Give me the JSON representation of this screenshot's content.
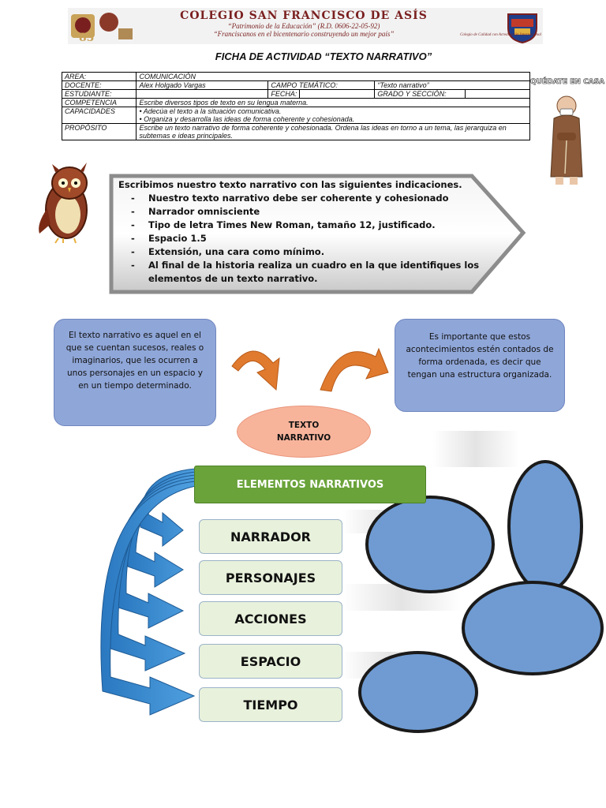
{
  "header": {
    "school_name": "COLEGIO SAN FRANCISCO DE ASÍS",
    "subtitle1": "“Patrimonio de la Educación” (R.D. 0606-22-05-92)",
    "subtitle2": "“Franciscanos en el bicentenario construyendo un mejor país”",
    "quality_tag": "Colegio de Calidad con Acreditación Internacional"
  },
  "title": "FICHA DE ACTIVIDAD “TEXTO NARRATIVO”",
  "info": {
    "area_label": "AREA:",
    "area_value": "COMUNICACIÓN",
    "docente_label": "DOCENTE:",
    "docente_value": "Alex Holgado Vargas",
    "campo_label": "CAMPO TEMÁTICO:",
    "campo_value": "“Texto narrativo”",
    "estudiante_label": "ESTUDIANTE:",
    "fecha_label": "FECHA:",
    "grado_label": "GRADO Y SECCIÓN:",
    "competencia_label": "COMPETENCIA",
    "competencia_value": "Escribe diversos tipos de texto en su lengua materna.",
    "capacidades_label": "CAPACIDADES",
    "capacidad_1": "• Adecúa el texto a la situación comunicativa.",
    "capacidad_2": "• Organiza y desarrolla las ideas de forma coherente y cohesionada.",
    "proposito_label": "PROPÓSITO",
    "proposito_value": "Escribe un texto narrativo de forma coherente y cohesionada. Ordena las ideas en torno a un tema, las jerarquiza en subtemas e ideas principales."
  },
  "stay_home": "QUÉDATE EN CASA",
  "instructions": {
    "intro": "Escribimos nuestro texto narrativo con las siguientes indicaciones.",
    "items": [
      "Nuestro texto narrativo debe ser coherente y cohesionado",
      "Narrador omnisciente",
      "Tipo de letra Times New Roman, tamaño 12, justificado.",
      "Espacio 1.5",
      "Extensión, una cara como mínimo.",
      "Al final de la historia realiza un cuadro en la que identifiques los elementos de un texto narrativo."
    ]
  },
  "definition_left": "El texto narrativo es aquel en el que se cuentan sucesos, reales o imaginarios, que les ocurren a unos personajes en un espacio y en un tiempo determinado.",
  "definition_right": "Es importante que estos acontecimientos estén contados de forma ordenada, es decir que tengan una estructura organizada.",
  "center": {
    "line1": "TEXTO",
    "line2": "NARRATIVO"
  },
  "elements": {
    "header": "ELEMENTOS NARRATIVOS",
    "items": [
      "NARRADOR",
      "PERSONAJES",
      "ACCIONES",
      "ESPACIO",
      "TIEMPO"
    ]
  },
  "colors": {
    "school_red": "#7a1f1f",
    "box_blue": "#8fa6d8",
    "ellipse_blue": "#6f9bd2",
    "green_header": "#6aa33a",
    "element_box": "#e8f1dc",
    "salmon": "#f8b49b",
    "orange_arrow": "#e07a2e"
  }
}
